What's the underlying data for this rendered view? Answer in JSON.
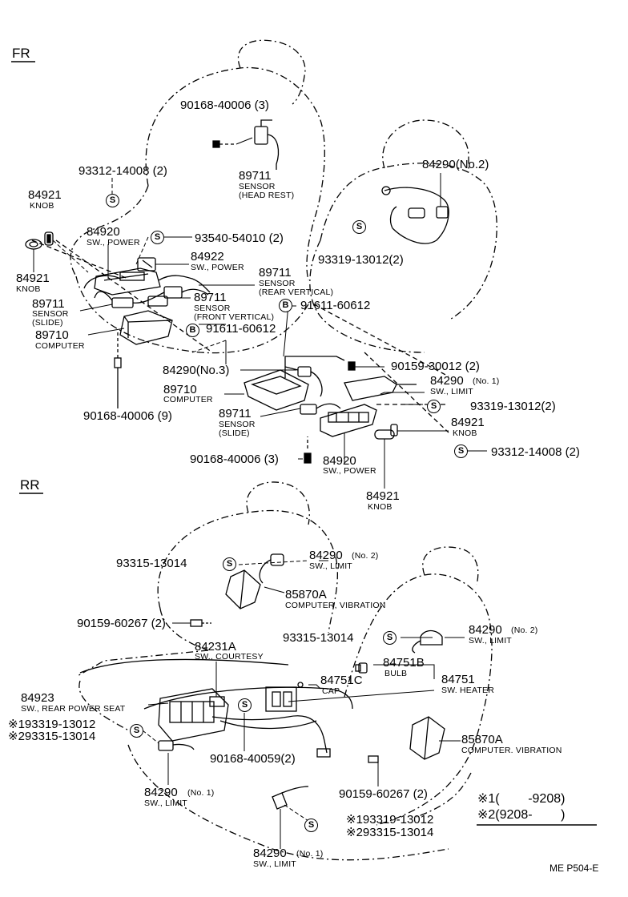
{
  "sections": {
    "fr": "FR",
    "rr": "RR"
  },
  "fr_labels": {
    "p1": "90168-40006 (3)",
    "p2": "89711",
    "p2a": "SENSOR",
    "p2b": "(HEAD REST)",
    "p3": "93312-14008 (2)",
    "p4": "84921",
    "p4a": "KNOB",
    "p5": "84920",
    "p5a": "SW., POWER",
    "p6": "93540-54010 (2)",
    "p7": "84922",
    "p7a": "SW., POWER",
    "p8": "84921",
    "p8a": "KNOB",
    "p9": "89711",
    "p9a": "SENSOR",
    "p9b": "(SLIDE)",
    "p10": "89710",
    "p10a": "COMPUTER",
    "p11": "89711",
    "p11a": "SENSOR",
    "p11b": "(REAR VERTICAL)",
    "p12": "89711",
    "p12a": "SENSOR",
    "p12b": "(FRONT VERTICAL)",
    "p13": "91611-60612",
    "p14": "91611-60612",
    "p15": "84290(No.2)",
    "p16": "93319-13012(2)",
    "p17": "90168-40006 (9)",
    "p18": "84290(No.3)",
    "p19": "90159-30012 (2)",
    "p20": "84290",
    "p20n": "(No. 1)",
    "p20a": "SW., LIMIT",
    "p21": "89710",
    "p21a": "COMPUTER",
    "p22": "93319-13012(2)",
    "p23": "89711",
    "p23a": "SENSOR",
    "p23b": "(SLIDE)",
    "p24": "84921",
    "p24a": "KNOB",
    "p25": "93312-14008 (2)",
    "p26": "90168-40006 (3)",
    "p27": "84920",
    "p27a": "SW., POWER",
    "p28": "84921",
    "p28a": "KNOB"
  },
  "rr_labels": {
    "q1": "93315-13014",
    "q2": "84290",
    "q2n": "(No. 2)",
    "q2a": "SW., LIMIT",
    "q3": "85870A",
    "q3a": "COMPUTER, VIBRATION",
    "q4": "90159-60267 (2)",
    "q5": "93315-13014",
    "q6": "84290",
    "q6n": "(No. 2)",
    "q6a": "SW., LIMIT",
    "q7": "84231A",
    "q7a": "SW., COURTESY",
    "q8": "84751B",
    "q8a": "BULB",
    "q9": "84751C",
    "q9a": "CAP",
    "q10": "84751",
    "q10a": "SW. HEATER",
    "q11": "84923",
    "q11a": "SW., REAR POWER SEAT",
    "q12": "※193319-13012",
    "q13": "※293315-13014",
    "q14": "90168-40059(2)",
    "q15": "85870A",
    "q15a": "COMPUTER. VIBRATION",
    "q16": "84290",
    "q16n": "(No. 1)",
    "q16a": "SW., LIMIT",
    "q17": "90159-60267  (2)",
    "q18": "※193319-13012",
    "q19": "※293315-13014",
    "q20": "84290",
    "q20n": "(No. 1)",
    "q20a": "SW., LIMIT"
  },
  "notes": {
    "n1": "※1(        -9208)",
    "n2": "※2(9208-        )"
  },
  "footer": "ME P504-E",
  "symbols": {
    "s": "S",
    "b": "B"
  }
}
